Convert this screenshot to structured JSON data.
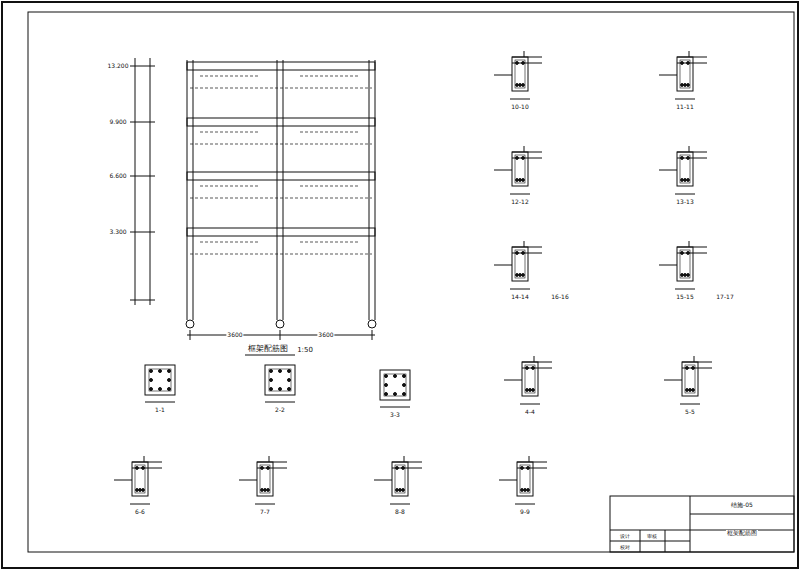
{
  "diagram": {
    "title": "框架配筋图",
    "labels": [
      "13.200",
      "9.900",
      "6.600",
      "3.300",
      "3600",
      "3600",
      "1:50",
      "10-10",
      "11-11",
      "12-12",
      "13-13",
      "14-14",
      "15-15",
      "16-16",
      "17-17",
      "4-4",
      "5-5",
      "1-1",
      "2-2",
      "3-3",
      "6-6",
      "7-7",
      "8-8",
      "9-9",
      "设计",
      "校对",
      "审核",
      "结施-05",
      "框架配筋图"
    ]
  }
}
